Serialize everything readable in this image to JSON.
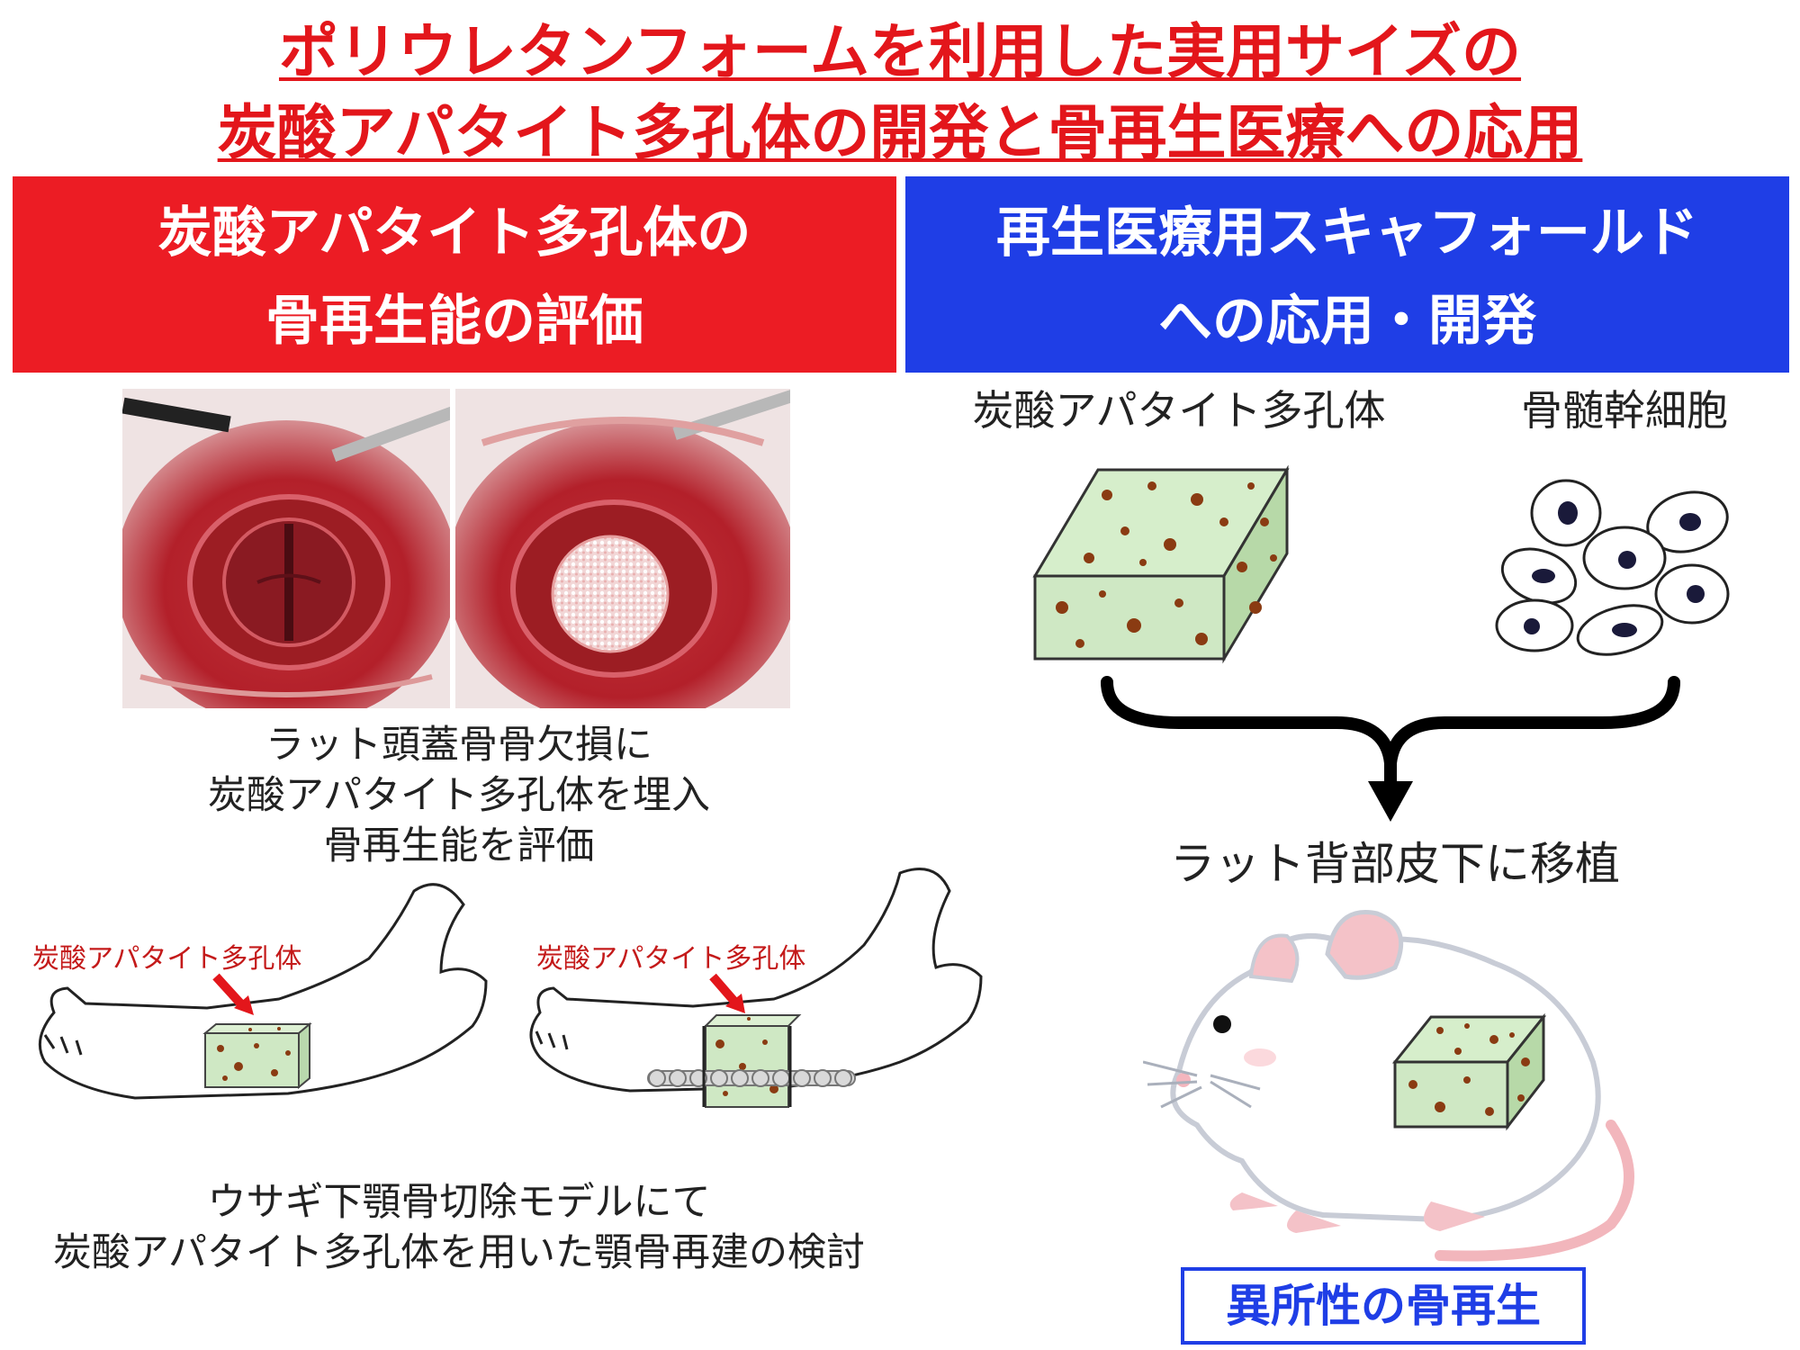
{
  "title": {
    "line1": "ポリウレタンフォームを利用した実用サイズの",
    "line2": "炭酸アパタイト多孔体の開発と骨再生医療への応用"
  },
  "left_panel": {
    "banner_line1": "炭酸アパタイト多孔体の",
    "banner_line2": "骨再生能の評価",
    "rat_caption": [
      "ラット頭蓋骨骨欠損に",
      "炭酸アパタイト多孔体を埋入",
      "骨再生能を評価"
    ],
    "implant_label_left": "炭酸アパタイト多孔体",
    "implant_label_right": "炭酸アパタイト多孔体",
    "rabbit_caption": [
      "ウサギ下顎骨切除モデルにて",
      "炭酸アパタイト多孔体を用いた顎骨再建の検討"
    ]
  },
  "right_panel": {
    "banner_line1": "再生医療用スキャフォールド",
    "banner_line2": "への応用・開発",
    "scaffold_label": "炭酸アパタイト多孔体",
    "cells_label": "骨髄幹細胞",
    "transplant_label": "ラット背部皮下に移植",
    "result_label": "異所性の骨再生"
  },
  "colors": {
    "title_red": "#e3161b",
    "banner_red": "#ec1c24",
    "banner_blue": "#1f3ee6",
    "scaffold_green": "#cfe8c4",
    "pore_brown": "#8a3b12"
  }
}
